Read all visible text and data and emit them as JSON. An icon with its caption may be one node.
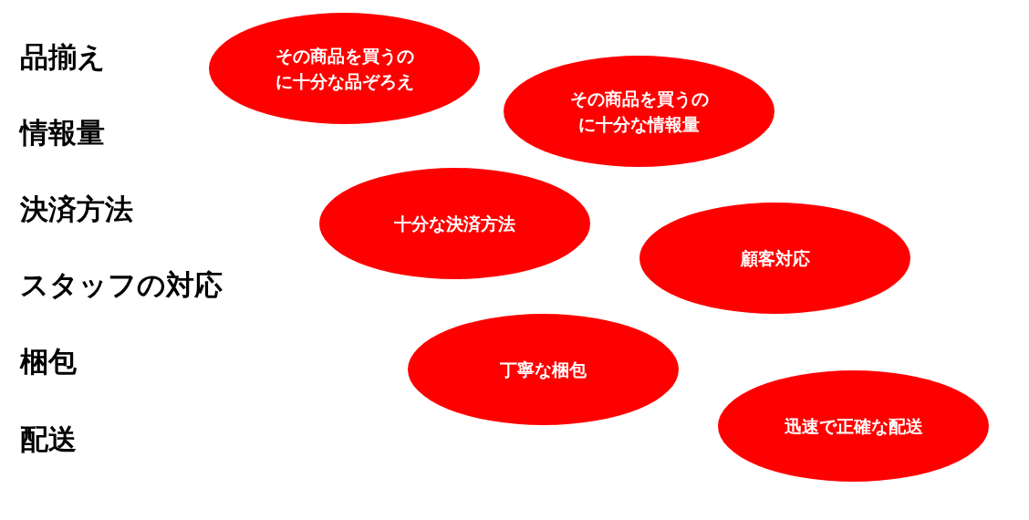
{
  "diagram": {
    "nodes": [
      {
        "text": [
          "その商品を買うのに十分な品ぞろえ"
        ]
      },
      {
        "text": [
          "その商品を買うのに十分な情報量"
        ]
      },
      {
        "text": [
          "十分な決済方法"
        ]
      },
      {
        "text": [
          "顧客対応"
        ]
      },
      {
        "text": [
          "丁寧な梱包"
        ]
      },
      {
        "text": [
          "迅速で正確な配送"
        ]
      }
    ],
    "labels": [
      "品揃え",
      "情報量",
      "決済方法",
      "スタッフの対応",
      "梱包",
      "配送"
    ]
  }
}
